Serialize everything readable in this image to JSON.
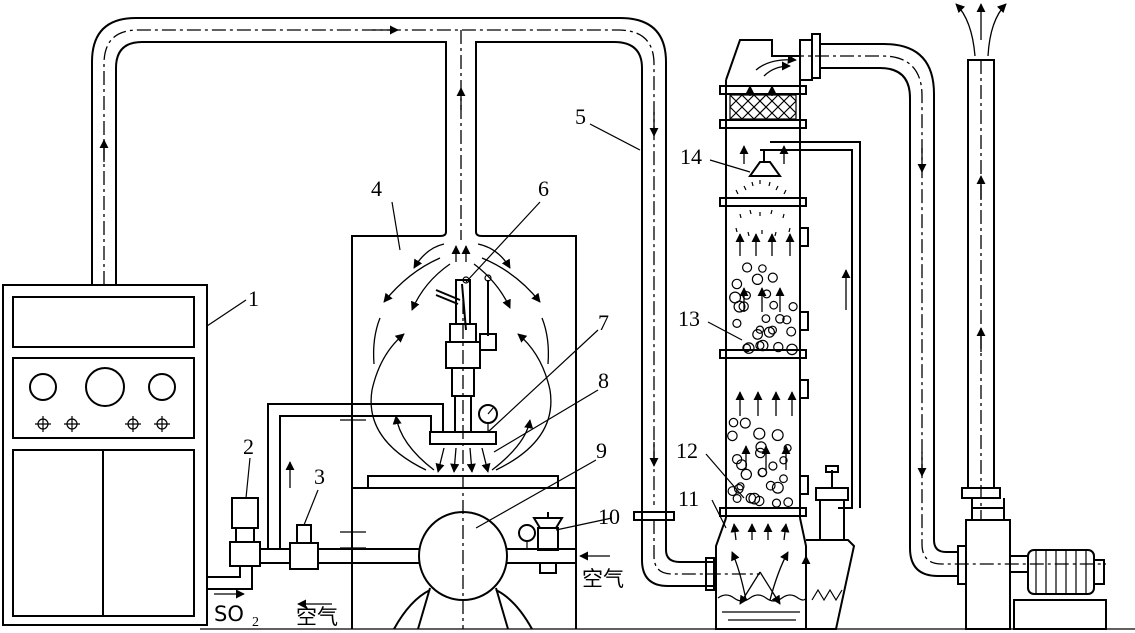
{
  "callouts": [
    {
      "id": "1",
      "text": "1"
    },
    {
      "id": "2",
      "text": "2"
    },
    {
      "id": "3",
      "text": "3"
    },
    {
      "id": "4",
      "text": "4"
    },
    {
      "id": "5",
      "text": "5"
    },
    {
      "id": "6",
      "text": "6"
    },
    {
      "id": "7",
      "text": "7"
    },
    {
      "id": "8",
      "text": "8"
    },
    {
      "id": "9",
      "text": "9"
    },
    {
      "id": "10",
      "text": "10"
    },
    {
      "id": "11",
      "text": "11"
    },
    {
      "id": "12",
      "text": "12"
    },
    {
      "id": "13",
      "text": "13"
    },
    {
      "id": "14",
      "text": "14"
    }
  ],
  "labels": {
    "so2_main": "SO",
    "so2_sub": "2",
    "air_left": "空气",
    "air_right": "空气"
  }
}
